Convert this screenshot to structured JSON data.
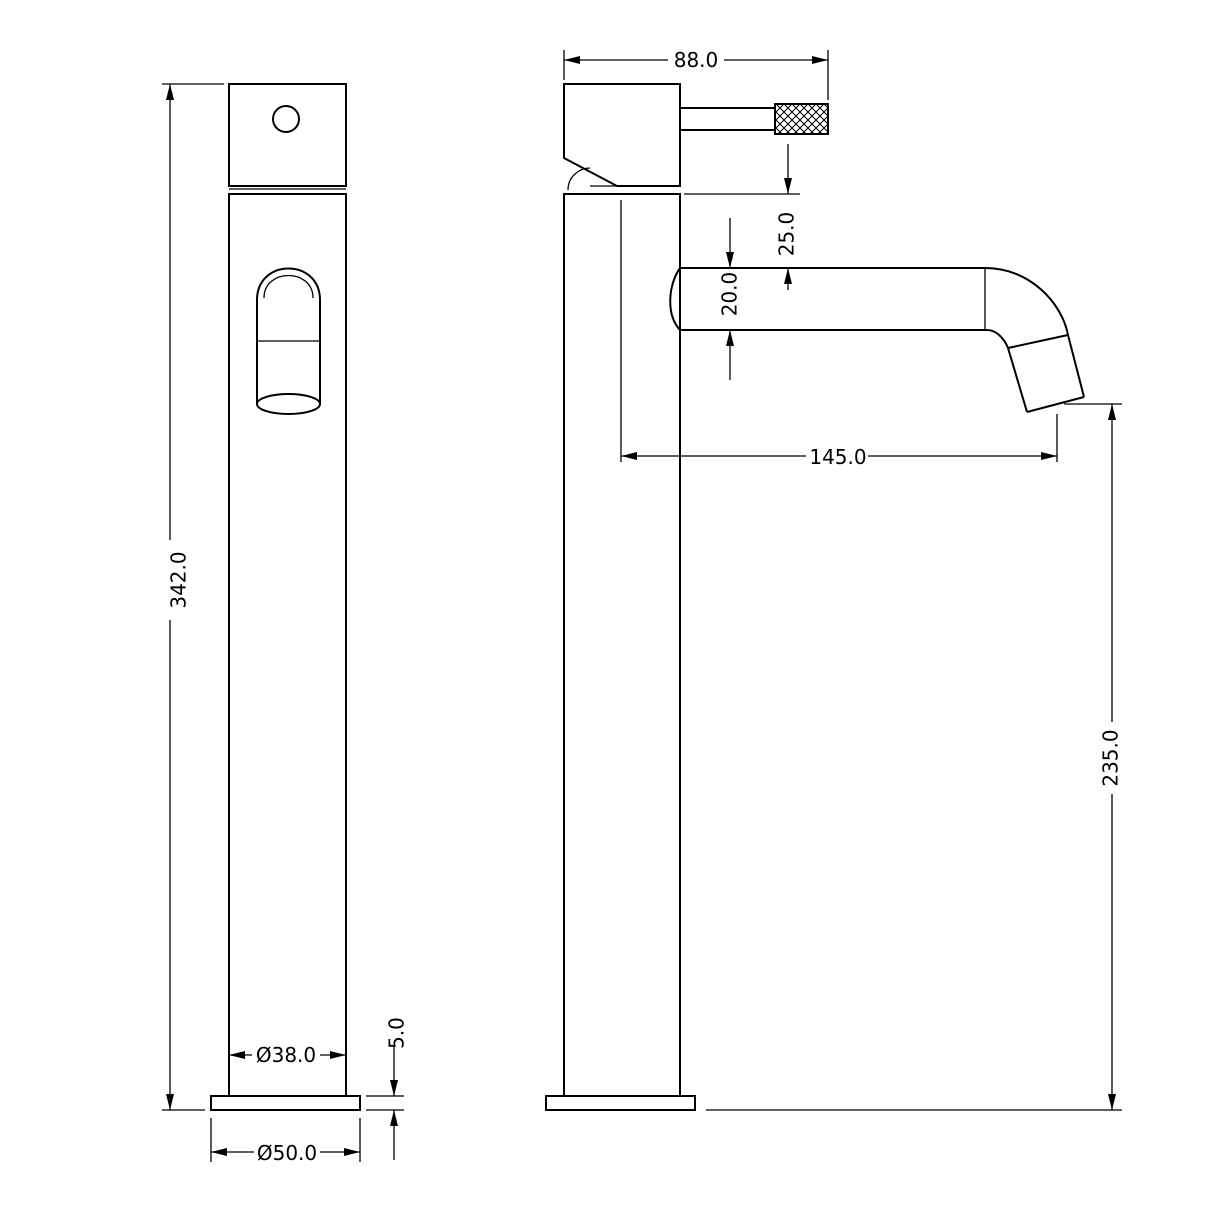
{
  "drawing": {
    "front_view": {
      "dim_height": "342.0",
      "dim_body_diameter": "Ø38.0",
      "dim_base_diameter": "Ø50.0",
      "dim_base_thickness": "5.0"
    },
    "side_view": {
      "dim_handle_length": "88.0",
      "dim_handle_offset": "25.0",
      "dim_spout_thickness": "20.0",
      "dim_spout_reach": "145.0",
      "dim_spout_height": "235.0"
    }
  }
}
